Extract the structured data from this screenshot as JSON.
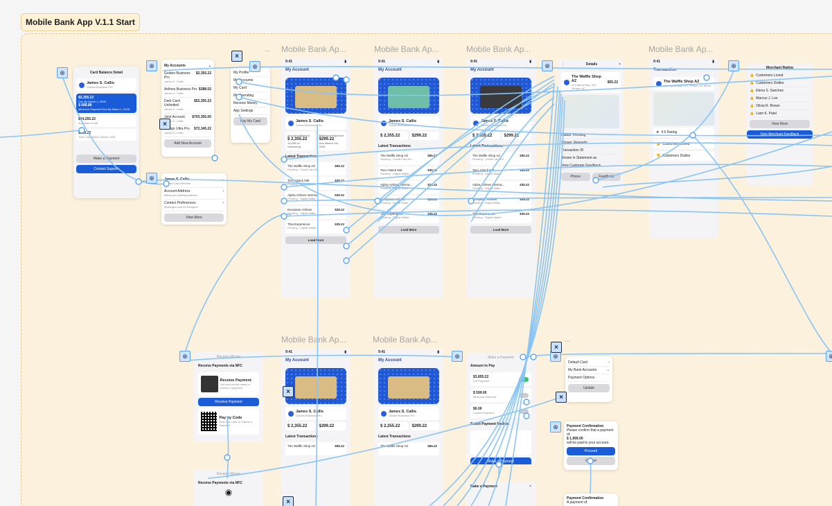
{
  "section": {
    "title": "Mobile Bank App V.1.1 Start"
  },
  "frame_titles": [
    "Mobile Bank Ap...",
    "Mobile Bank Ap...",
    "Mobile Bank Ap...",
    "Mobile Bank Ap...",
    "Mobile Bank Ap...",
    "Mobile Bank Ap..."
  ],
  "status_time": "9:41",
  "my_account": "My Account",
  "holder": {
    "name": "James S. Callis",
    "sub": "Golden Business Pro"
  },
  "stats": {
    "balance": "$ 2,355.22",
    "balance_sub": "14,055.22 remaining",
    "min_label": "Minimum Payment",
    "min": "$299.22",
    "due": "Due March 1st, 2025",
    "acct_label": "Account Balance"
  },
  "latest": "Latest Transactions",
  "load_more": "Load More",
  "transactions": [
    {
      "name": "The Waffle Shop AZ",
      "sub": "Pending · Credit Card Re...",
      "amount": "$55.22"
    },
    {
      "name": "Taco Attack NM",
      "sub": "Pending · Digital Wallet",
      "amount": "$35.22"
    },
    {
      "name": "Alpha Airlines Interna...",
      "sub": "Pending · Digital Walle",
      "amount": "$35.22"
    },
    {
      "name": "European Airlines",
      "sub": "Pending · Digital Walle",
      "amount": "$28.22"
    },
    {
      "name": "Thai Experience",
      "sub": "Pending · Digital Wallet",
      "amount": "$35.22"
    }
  ],
  "balance_detail": {
    "title": "Card Balance Detail",
    "name": "James S. Callis",
    "sub": "Golden Business Pro",
    "amount1": "$2,355.22",
    "amount1_sub": "Due By March 1, 2025",
    "amount2": "$ 688.88",
    "amount2_sub": "Minimum Payment Due By March 1, 2025",
    "amount3": "$14,255.22",
    "amount3_sub": "Available Credit",
    "amount4": "$350.22",
    "amount4_sub": "Total Cash Back | March 2026",
    "make_payment": "Make a Payment",
    "contact": "Contact Support"
  },
  "accounts_menu": {
    "title": "My Accounts",
    "items": [
      {
        "name": "Golden Business Pro",
        "holder": "James S. Callis",
        "amount": "$2,355.22"
      },
      {
        "name": "Airlines Business Pro",
        "holder": "James S. Callis",
        "amount": "$388.02"
      },
      {
        "name": "Dark Card Unlimited",
        "holder": "James S. Callis",
        "amount": "$52,355.22"
      },
      {
        "name": "Joint Account",
        "holder": "James S. Callis",
        "amount": "$703,355.00"
      },
      {
        "name": "Benign Ultra Pro",
        "holder": "James S. Callis",
        "amount": "$72,345.22"
      }
    ],
    "add": "Add New Account"
  },
  "side_menu": {
    "items": [
      "My Profile",
      "My Accounts",
      "My Card",
      "My Spending",
      "Receive Money",
      "App Settings"
    ],
    "pay": "Pay My Card"
  },
  "profile": {
    "name": "James S. Callis",
    "sub": "Golden Card Member",
    "items": [
      {
        "label": "Account Address",
        "sub": "Billing and Mailing Address"
      },
      {
        "label": "Contact Preferences",
        "sub": "Messages and Ad Designer"
      }
    ],
    "view_more": "View More"
  },
  "details": {
    "title": "Details",
    "merchant": "The Waffle Shop AZ",
    "amount": "$55.22",
    "address": "123 Alpha Way, 312, Tempe, AZ",
    "rows": [
      "Status: Pending",
      "Shown: Rewards",
      "Transaction ID",
      "Shown in Statement as",
      "View Customer Feedback"
    ],
    "phone": "Phone",
    "feedback": "Feedback"
  },
  "transaction": {
    "title": "Transaction",
    "merchant": "The Waffle Shop AZ",
    "address": "123 Alpha Way, 321, Tempe, AZ 85281",
    "rating": "4.6 Rating",
    "rows": [
      "Customers Loved",
      "Customers Dislike"
    ]
  },
  "merchant_rating": {
    "title": "Merchant Rating",
    "items": [
      "Customers Loved",
      "Customers Dislike",
      "Elena S. Sanchez",
      "Marcus J. Lee",
      "Olivia R. Brown",
      "Liam K. Patel"
    ],
    "view_more": "View More",
    "give": "Give Merchant Feedback"
  },
  "receive_money": {
    "title": "Receive Money",
    "nfc": "Receive Payments via NFC",
    "pay_label": "Receive Payment",
    "pay_sub": "Get your phone ready to receive a payment",
    "btn": "Receive Payment",
    "code": "Pay by Code",
    "code_sub": "Scan this code to Submit a Payment"
  },
  "receive_money2": {
    "title": "Receive Money",
    "nfc": "Receive Payments via NFC"
  },
  "amount_to_pay": {
    "title": "Make a Payment",
    "label": "Amount to Pay",
    "options": [
      {
        "value": "$3,855.22",
        "sub": "Full Payment",
        "on": true
      },
      {
        "value": "$ 599.00",
        "sub": "Minimum Payment",
        "on": false
      },
      {
        "value": "$0.00",
        "sub": "Custom Payment",
        "on": false
      }
    ],
    "method": "Select Payment Method",
    "make": "Make a Payment"
  },
  "default_card": {
    "items": [
      "Default Card",
      "My Bank Accounts",
      "Payment Options"
    ],
    "update": "Update"
  },
  "confirm": {
    "title": "Payment Confirmation",
    "text": "Please confirm that a payment of:",
    "amount": "$ 1,999.00",
    "text2": "will be paid to your account.",
    "ok": "Proceed",
    "cancel": "Cancel"
  },
  "confirm2": {
    "title": "Payment Confirmation",
    "text": "A payment of:"
  },
  "make_payment_frame": {
    "title": "Make a Payment"
  },
  "colors": {
    "wire": "#89c4f4",
    "section": "#fcf1dc",
    "accent": "#1a5bd8"
  }
}
